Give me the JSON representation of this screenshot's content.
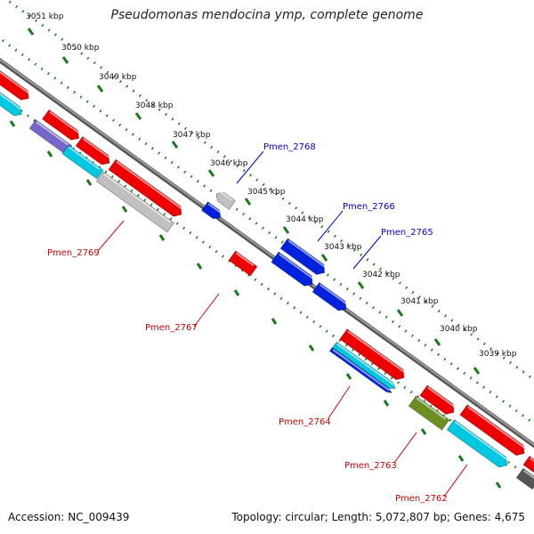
{
  "title": "Pseudomonas mendocina ymp, complete genome",
  "ticks": [
    "3051 kbp",
    "3050 kbp",
    "3049 kbp",
    "3048 kbp",
    "3047 kbp",
    "3046 kbp",
    "3045 kbp",
    "3044 kbp",
    "3043 kbp",
    "3042 kbp",
    "3041 kbp",
    "3040 kbp",
    "3039 kbp"
  ],
  "gene_labels": [
    {
      "text": "Pmen_2768",
      "strand": "forward"
    },
    {
      "text": "Pmen_2766",
      "strand": "forward"
    },
    {
      "text": "Pmen_2765",
      "strand": "forward"
    },
    {
      "text": "Pmen_2769",
      "strand": "reverse"
    },
    {
      "text": "Pmen_2767",
      "strand": "reverse"
    },
    {
      "text": "Pmen_2764",
      "strand": "reverse"
    },
    {
      "text": "Pmen_2763",
      "strand": "reverse"
    },
    {
      "text": "Pmen_2762",
      "strand": "reverse"
    }
  ],
  "colors": {
    "forward_label": "#0000cc",
    "reverse_label": "#cc0000",
    "tick_dots": "#1a7a1a",
    "backbone": "#777777",
    "cds_red": "#ee0000",
    "cds_blue": "#0022dd",
    "cds_cyan": "#00c8e0",
    "cds_gray": "#c0c0c0",
    "cds_purple": "#7766cc",
    "cds_olive": "#6b8e23"
  },
  "footer": {
    "accession": "Accession: NC_009439",
    "topology": "Topology: circular",
    "length": "Length: 5,072,807 bp",
    "genes": "Genes: 4,675"
  }
}
